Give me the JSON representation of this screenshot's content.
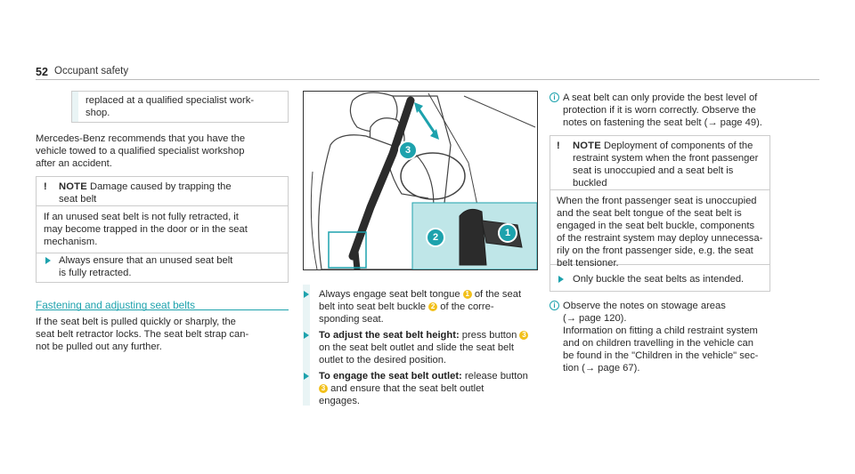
{
  "header": {
    "page_number": "52",
    "section": "Occupant safety"
  },
  "col1": {
    "cont_box": {
      "lines": [
        "replaced at a qualified specialist work-",
        "shop."
      ]
    },
    "para1": [
      "Mercedes-Benz recommends that you have the",
      "vehicle towed to a qualified specialist workshop",
      "after an accident."
    ],
    "note1": {
      "label": "NOTE",
      "title_lines": [
        "Damage caused by trapping the",
        "seat belt"
      ],
      "body": [
        "If an unused seat belt is not fully retracted, it",
        "may become trapped in the door or in the seat",
        "mechanism."
      ],
      "step": [
        "Always ensure that an unused seat belt",
        "is fully retracted."
      ]
    },
    "section_title": "Fastening and adjusting seat belts",
    "para2": [
      "If the seat belt is pulled quickly or sharply, the",
      "seat belt retractor locks. The seat belt strap can-",
      "not be pulled out any further."
    ]
  },
  "col2": {
    "figure": {
      "callouts": [
        "1",
        "2",
        "3"
      ]
    },
    "step1": {
      "a": "Always engage seat belt tongue",
      "n1": "1",
      "b": "of the seat",
      "line2a": "belt into seat belt buckle",
      "n2": "2",
      "line2b": "of the corre-",
      "line3": "sponding seat."
    },
    "step2": {
      "bold": "To adjust the seat belt height:",
      "a": "press button",
      "n3": "3",
      "line2": "on the seat belt outlet and slide the seat belt",
      "line3": "outlet to the desired position."
    },
    "step3": {
      "bold": "To engage the seat belt outlet:",
      "a": "release button",
      "n3": "3",
      "line2": "and ensure that the seat belt outlet",
      "line3": "engages."
    }
  },
  "col3": {
    "info1": [
      "A seat belt can only provide the best level of",
      "protection if it is worn correctly. Observe the",
      "notes on fastening the seat belt (→ page 49)."
    ],
    "note2": {
      "label": "NOTE",
      "title_lines": [
        "Deployment of components of the",
        "restraint system when the front passenger",
        "seat is unoccupied and a seat belt is",
        "buckled"
      ],
      "body": [
        "When the front passenger seat is unoccupied",
        "and the seat belt tongue of the seat belt is",
        "engaged in the seat belt buckle, components",
        "of the restraint system may deploy unnecessa-",
        "rily on the front passenger side, e.g. the seat",
        "belt tensioner."
      ],
      "step": "Only buckle the seat belts as intended."
    },
    "info2": [
      "Observe the notes on stowage areas",
      "(→ page 120).",
      "Information on fitting a child restraint system",
      "and on children travelling in the vehicle can",
      "be found in the \"Children in the vehicle\" sec-",
      "tion (→ page 67)."
    ]
  },
  "colors": {
    "accent": "#1da2ad",
    "callout": "#f2c01a",
    "panel": "#e9f4f5"
  }
}
